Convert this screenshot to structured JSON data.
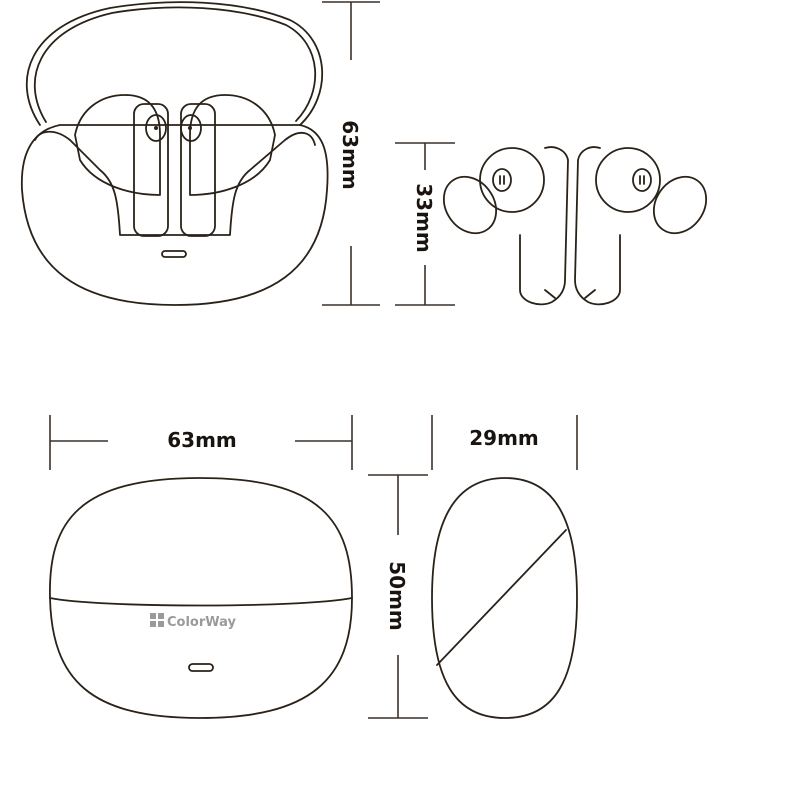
{
  "dimensions": {
    "open_case_height": "63mm",
    "earbud_height": "33mm",
    "case_width": "63mm",
    "case_depth": "29mm",
    "case_height": "50mm"
  },
  "logo": {
    "text": "ColorWay"
  },
  "colors": {
    "line": "#2a2218",
    "logo": "#9a9a9a"
  }
}
